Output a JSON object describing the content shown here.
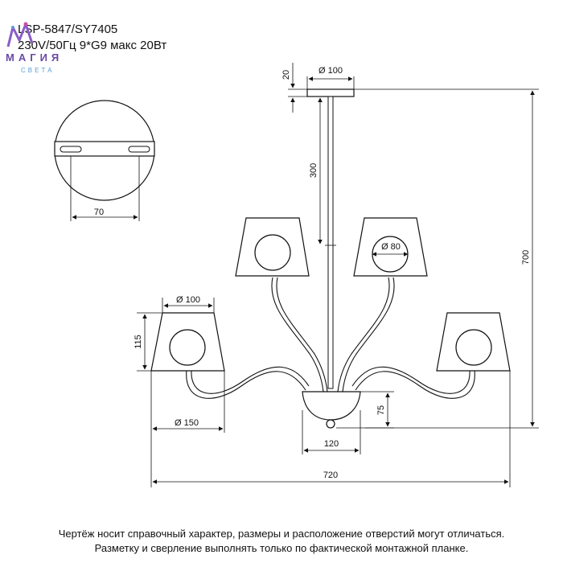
{
  "brand": {
    "name": "МАГИЯ",
    "tagline": "СВЕТА",
    "colors": {
      "primary": "#6b3aa8",
      "secondary": "#5a9bd6"
    }
  },
  "header": {
    "model": "LSP-5847/SY7405",
    "specs": "230V/50Гц  9*G9 макс 20Вт"
  },
  "dimensions": {
    "canopy_diameter": "Ø 100",
    "canopy_height": "20",
    "rod_length": "300",
    "total_height": "700",
    "mount_plate_width": "70",
    "upper_shade_diameter": "Ø 80",
    "lower_shade_diameter": "Ø 100",
    "shade_height": "115",
    "arm_reach": "Ø 150",
    "bowl_height": "75",
    "bowl_width": "120",
    "total_width": "720"
  },
  "footer": {
    "line1": "Чертёж носит справочный характер, размеры и расположение отверстий могут отличаться.",
    "line2": "Разметку и сверление выполнять только по фактической монтажной планке."
  }
}
